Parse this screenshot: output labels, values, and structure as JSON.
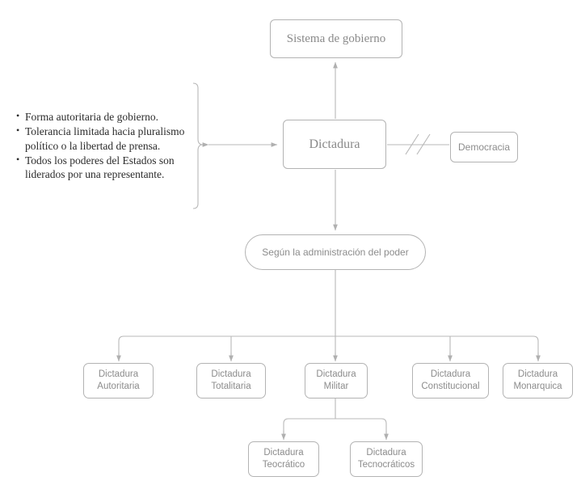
{
  "diagram": {
    "title": "Sistema de gobierno",
    "theme": {
      "background": "#ffffff",
      "stroke": "#b3b3b3",
      "node_text": "#8c8c8c",
      "bullet_text": "#2b2b2b"
    },
    "root": {
      "label": "Sistema de gobierno"
    },
    "main": {
      "label": "Dictadura"
    },
    "opposite": {
      "label": "Democracia",
      "relation_marker": "double-slash-break"
    },
    "classifier": {
      "label": "Según la administración del poder"
    },
    "bullets": [
      "Forma autoritaria de gobierno.",
      "Tolerancia limitada hacia pluralismo político o la libertad de prensa.",
      "Todos los poderes del Estados son liderados por una representante."
    ],
    "types": [
      {
        "line1": "Dictadura",
        "line2": "Autoritaria"
      },
      {
        "line1": "Dictadura",
        "line2": "Totalitaria"
      },
      {
        "line1": "Dictadura",
        "line2": "Militar"
      },
      {
        "line1": "Dictadura",
        "line2": "Constitucional"
      },
      {
        "line1": "Dictadura",
        "line2": "Monarquica"
      }
    ],
    "subtypes": [
      {
        "line1": "Dictadura",
        "line2": "Teocrático"
      },
      {
        "line1": "Dictadura",
        "line2": "Tecnocráticos"
      }
    ]
  }
}
